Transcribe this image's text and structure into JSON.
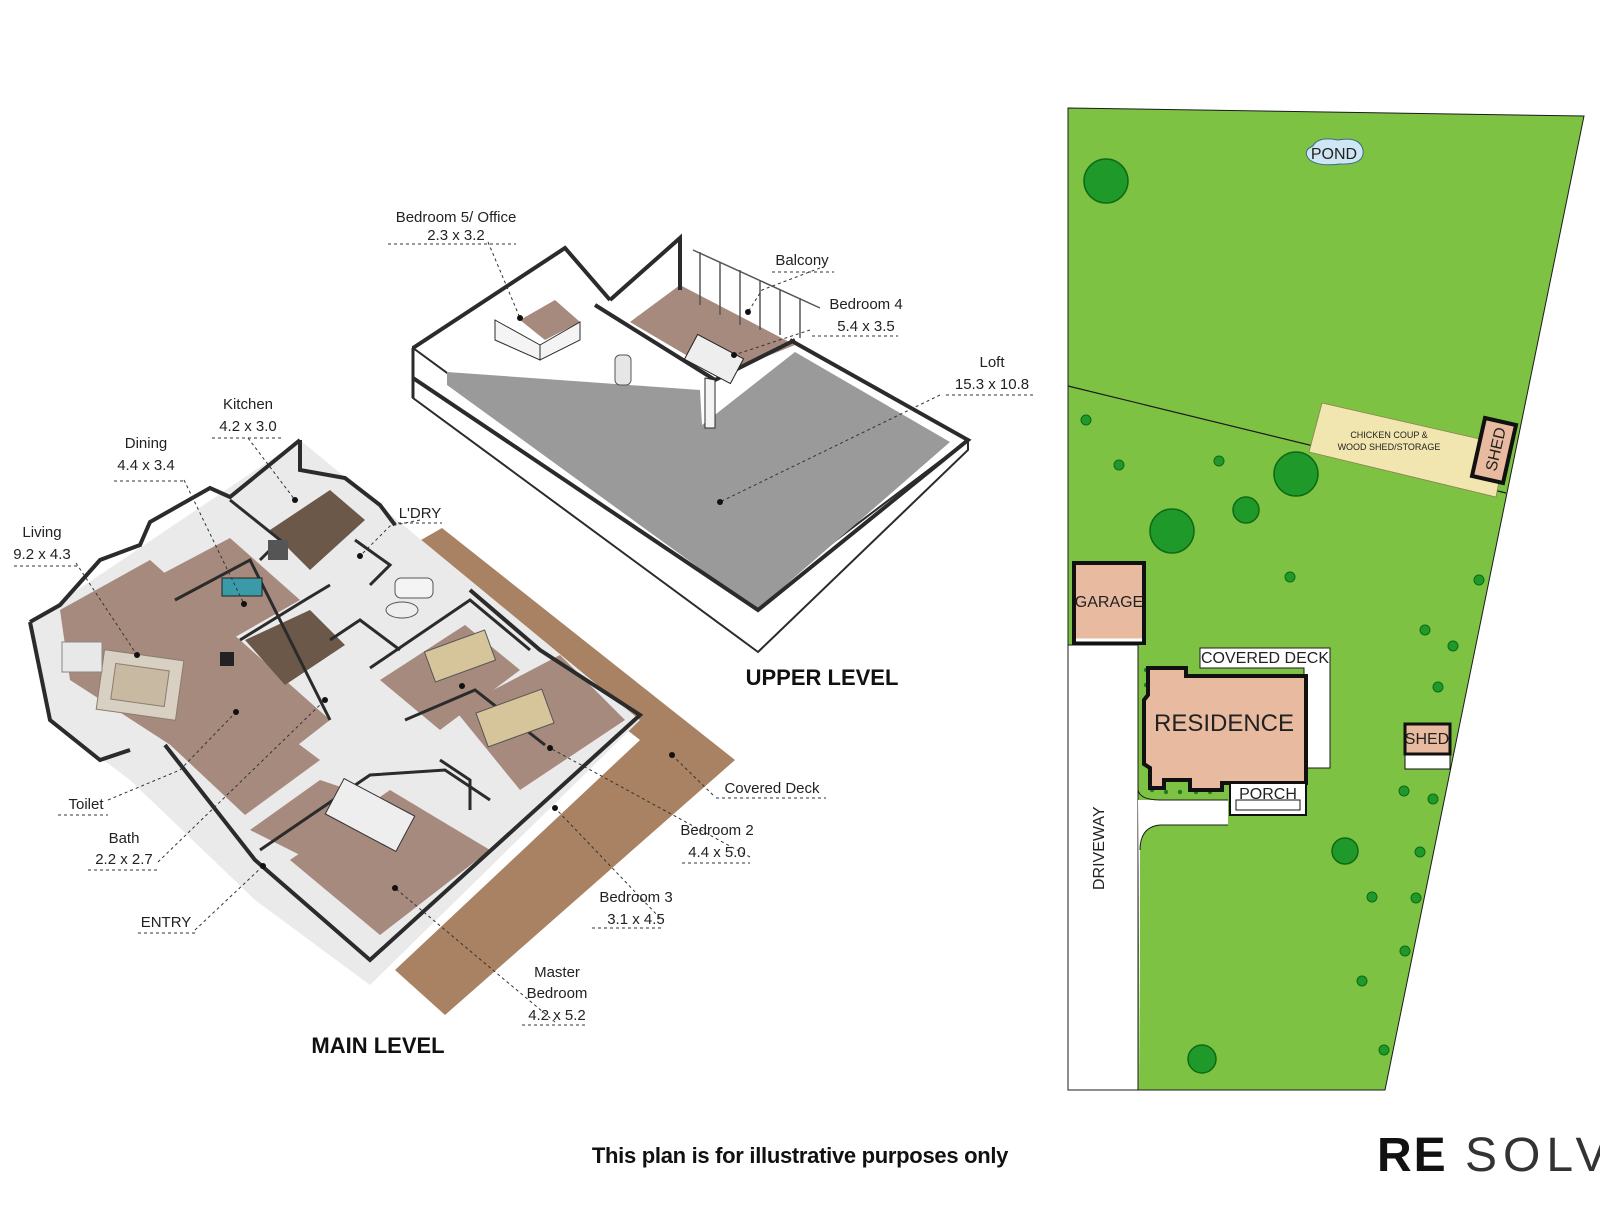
{
  "main_level": {
    "heading": "MAIN LEVEL",
    "rooms": [
      {
        "id": "living",
        "name": "Living",
        "size": "9.2 x 4.3"
      },
      {
        "id": "dining",
        "name": "Dining",
        "size": "4.4 x 3.4"
      },
      {
        "id": "kitchen",
        "name": "Kitchen",
        "size": "4.2 x 3.0"
      },
      {
        "id": "laundry",
        "name": "L'DRY"
      },
      {
        "id": "toilet",
        "name": "Toilet"
      },
      {
        "id": "bath",
        "name": "Bath",
        "size": "2.2 x 2.7"
      },
      {
        "id": "entry",
        "name": "ENTRY"
      },
      {
        "id": "covered-deck",
        "name": "Covered Deck"
      },
      {
        "id": "bedroom2",
        "name": "Bedroom 2",
        "size": "4.4 x 5.0"
      },
      {
        "id": "bedroom3",
        "name": "Bedroom 3",
        "size": "3.1 x 4.5"
      },
      {
        "id": "master-bedroom",
        "name": "Master",
        "name2": "Bedroom",
        "size": "4.2 x 5.2"
      }
    ]
  },
  "upper_level": {
    "heading": "UPPER LEVEL",
    "rooms": [
      {
        "id": "bedroom5",
        "name": "Bedroom 5/ Office",
        "size": "2.3 x 3.2"
      },
      {
        "id": "balcony",
        "name": "Balcony"
      },
      {
        "id": "bedroom4",
        "name": "Bedroom 4",
        "size": "5.4 x 3.5"
      },
      {
        "id": "loft",
        "name": "Loft",
        "size": "15.3 x 10.8"
      }
    ]
  },
  "site_plan": {
    "pond": "POND",
    "chicken_coup_line1": "CHICKEN COUP &",
    "chicken_coup_line2": "WOOD SHED/STORAGE",
    "shed_rear": "SHED",
    "garage": "GARAGE",
    "covered_deck": "COVERED DECK",
    "residence": "RESIDENCE",
    "porch": "PORCH",
    "shed_side": "SHED",
    "driveway": "DRIVEWAY",
    "colors": {
      "lawn": "#7dc242",
      "building": "#e8bba0",
      "coop": "#f2e6b0",
      "pond": "#cfe6f5",
      "tree": "#1f9a2a"
    }
  },
  "footer": {
    "disclaimer": "This plan is for illustrative purposes only",
    "brand_bold": "RE",
    "brand_light": "SOLVE"
  }
}
